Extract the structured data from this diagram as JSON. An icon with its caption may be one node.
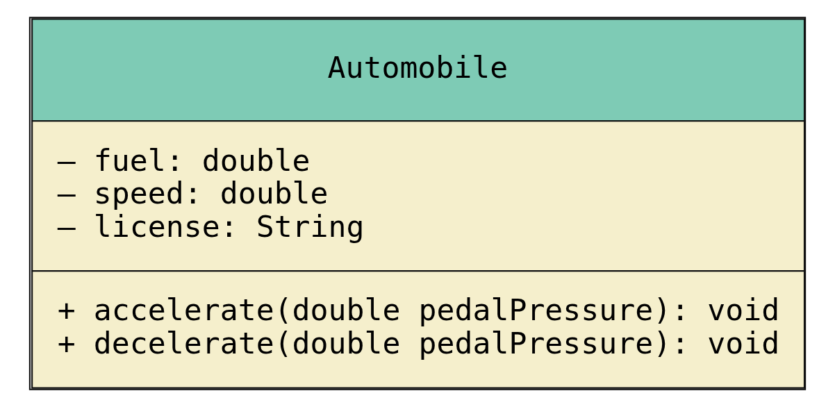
{
  "diagram": {
    "nodes": [
      {
        "text": [
          "Automobile",
          "– fuel: double",
          "– speed: double",
          "– license: String",
          "+ accelerate(double pedalPressure): void",
          "+ decelerate(double pedalPressure): void"
        ]
      }
    ]
  }
}
